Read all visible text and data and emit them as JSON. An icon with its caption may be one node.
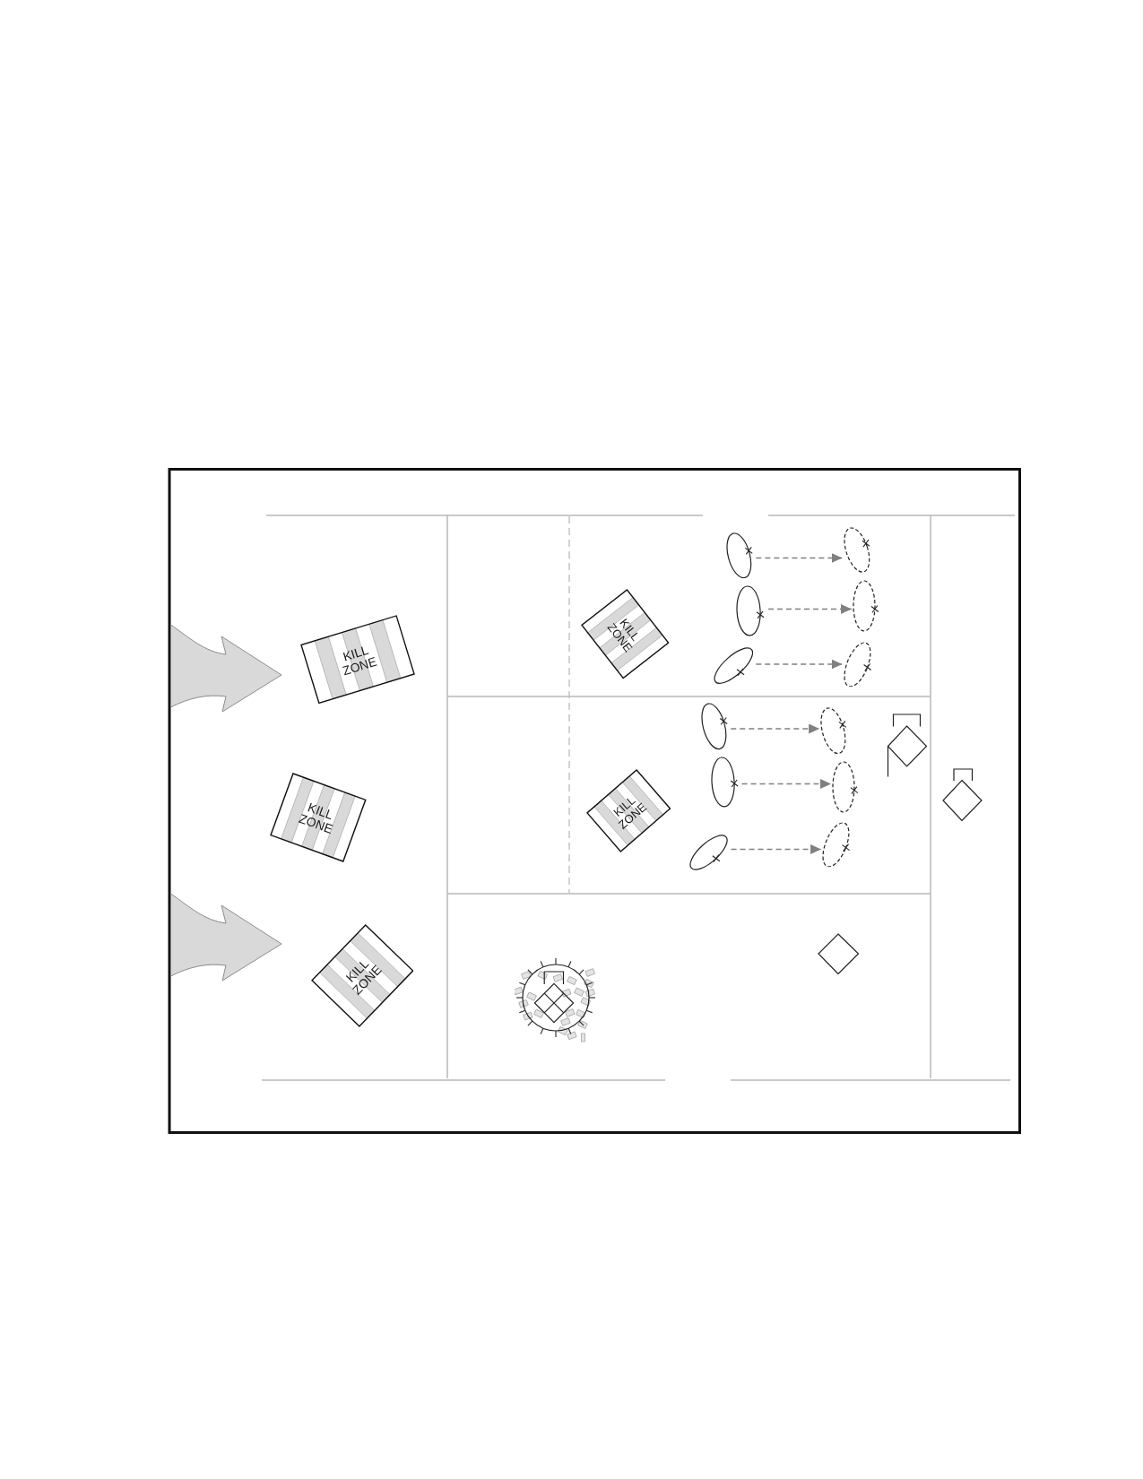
{
  "diagram": {
    "nodes": [
      {
        "text": [
          "KILL ZONE"
        ]
      },
      {
        "text": [
          "KILL ZONE"
        ]
      },
      {
        "text": [
          "KILL ZONE"
        ]
      },
      {
        "text": [
          "KILL ZONE"
        ]
      },
      {
        "text": [],
        "shape": "ellipse"
      },
      {
        "text": [],
        "shape": "ellipse"
      },
      {
        "text": [],
        "shape": "ellipse"
      },
      {
        "text": [],
        "shape": "ellipse"
      },
      {
        "text": [],
        "shape": "ellipse"
      },
      {
        "text": [],
        "shape": "ellipse"
      },
      {
        "text": [
          "KILL ZONE"
        ]
      },
      {
        "text": [],
        "shape": "ellipse"
      },
      {
        "text": [],
        "shape": "ellipse"
      },
      {
        "text": [],
        "shape": "ellipse"
      },
      {
        "text": [],
        "shape": "ellipse"
      },
      {
        "text": [],
        "shape": "ellipse"
      },
      {
        "text": [],
        "shape": "ellipse"
      }
    ],
    "edges": [
      {
        "from": 4,
        "to": 5,
        "arrow": "to",
        "style": "dashed"
      },
      {
        "from": 6,
        "to": 7,
        "arrow": "to",
        "style": "dashed"
      },
      {
        "from": 8,
        "to": 9,
        "arrow": "to",
        "style": "dashed"
      },
      {
        "from": 11,
        "to": 12,
        "arrow": "to",
        "style": "dashed"
      },
      {
        "from": 13,
        "to": 14,
        "arrow": "to",
        "style": "dashed"
      },
      {
        "from": 15,
        "to": 16,
        "arrow": "to",
        "style": "dashed"
      }
    ]
  }
}
